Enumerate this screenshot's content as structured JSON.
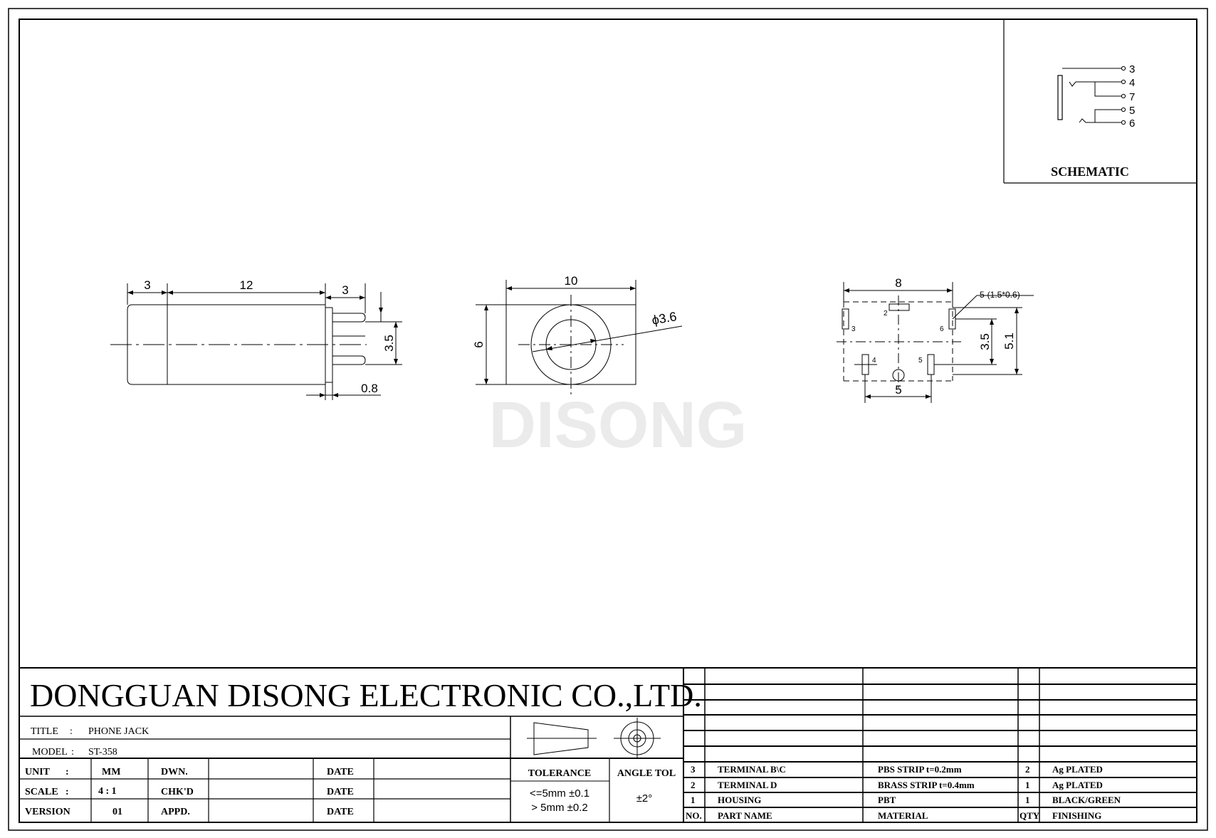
{
  "watermark": "DISONG",
  "schematic": {
    "title": "SCHEMATIC",
    "pins": [
      "3",
      "4",
      "7",
      "5",
      "6"
    ]
  },
  "side_view": {
    "dim_a": "3",
    "dim_b": "12",
    "dim_c": "3",
    "dim_d": "3.5",
    "dim_e": "0.8"
  },
  "front_view": {
    "width": "10",
    "height": "6",
    "diameter": "ϕ3.6"
  },
  "bottom_view": {
    "width": "8",
    "pad_note": "5-(1.5*0.6)",
    "dim_35": "3.5",
    "dim_51": "5.1",
    "dim_5": "5",
    "pin_labels": [
      "2",
      "3",
      "6",
      "4",
      "5"
    ]
  },
  "title_block": {
    "company": "DONGGUAN DISONG ELECTRONIC CO.,LTD.",
    "title_label": "TITLE",
    "title_value": "PHONE JACK",
    "model_label": "MODEL",
    "model_value": "ST-358",
    "unit_label": "UNIT",
    "unit_value": "MM",
    "scale_label": "SCALE",
    "scale_value": "4 : 1",
    "version_label": "VERSION",
    "version_value": "01",
    "dwn": "DWN.",
    "chkd": "CHK'D",
    "appd": "APPD.",
    "date": "DATE",
    "tolerance_label": "TOLERANCE",
    "tol1": "<=5mm  ±0.1",
    "tol2": "> 5mm  ±0.2",
    "angle_label": "ANGLE TOL",
    "angle_value": "±2°"
  },
  "bom": {
    "headers": {
      "no": "NO.",
      "part": "PART  NAME",
      "material": "MATERIAL",
      "qty": "QTY",
      "finish": "FINISHING"
    },
    "rows": [
      {
        "no": "3",
        "part": "TERMINAL B\\C",
        "material": "PBS STRIP   t=0.2mm",
        "qty": "2",
        "finish": "Ag PLATED"
      },
      {
        "no": "2",
        "part": "TERMINAL D",
        "material": "BRASS STRIP   t=0.4mm",
        "qty": "1",
        "finish": "Ag PLATED"
      },
      {
        "no": "1",
        "part": "HOUSING",
        "material": "PBT",
        "qty": "1",
        "finish": "BLACK/GREEN"
      }
    ]
  }
}
